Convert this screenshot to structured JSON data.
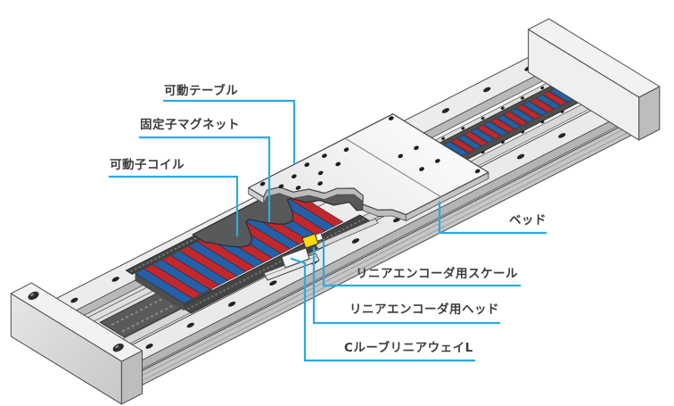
{
  "figure": {
    "type": "technical-diagram",
    "subject": "linear motor table cutaway illustration",
    "background": "#ffffff"
  },
  "labels": {
    "movable_table": "可動テーブル",
    "stator_magnet": "固定子マグネット",
    "mover_coil": "可動子コイル",
    "bed": "ベッド",
    "encoder_scale": "リニアエンコーダ用スケール",
    "encoder_head": "リニアエンコーダ用ヘッド",
    "clube_linear_way": "CルーブリニアウェイL"
  },
  "colors": {
    "leader": "#29ABE2",
    "magnet_red": "#C1272D",
    "magnet_blue": "#2460A7",
    "coil_gray": "#58595B",
    "head_yellow": "#FFDE00",
    "body_light": "#F2F2F2",
    "body_mid": "#D9D9D9",
    "body_dark": "#BFBFBF",
    "outline": "#4A4A4A",
    "label_text": "#3C3C3C"
  }
}
